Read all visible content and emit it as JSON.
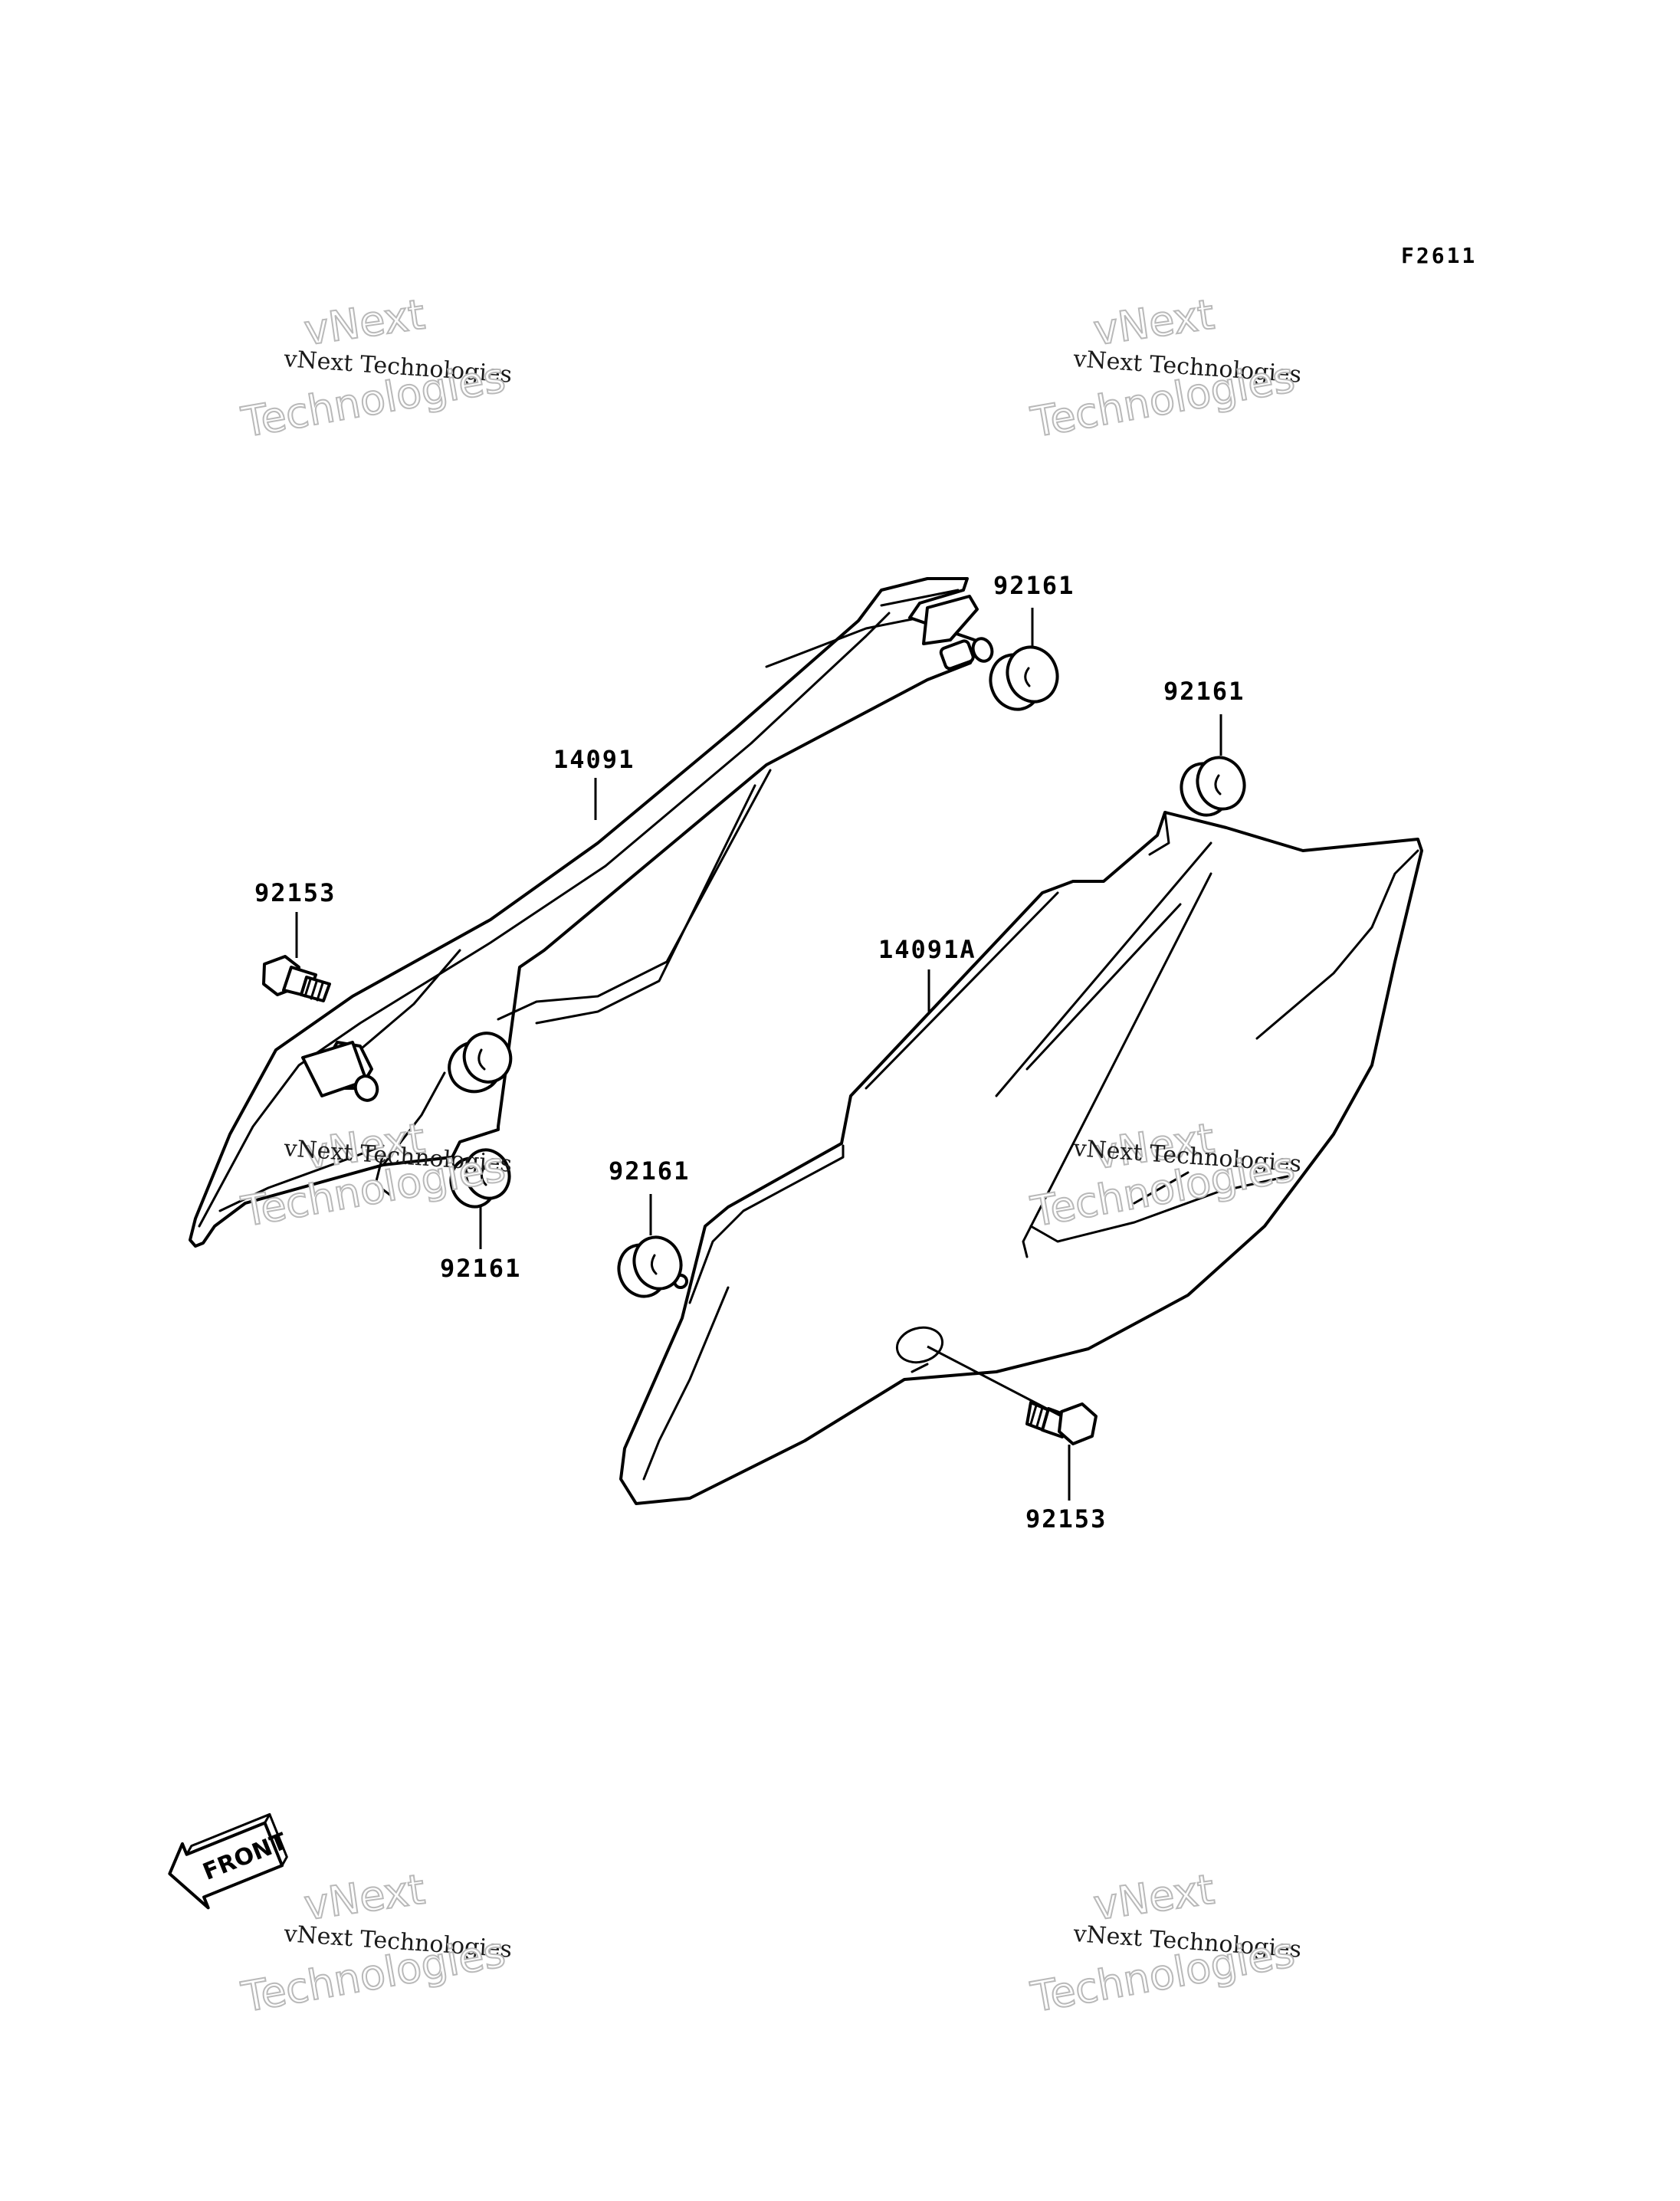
{
  "figure_code": "F2611",
  "watermark": {
    "line1": "vNext",
    "line2": "vNext Technologies",
    "line3": "Technologies"
  },
  "parts": [
    {
      "id": "grommet_top",
      "label": "92161"
    },
    {
      "id": "grommet_right",
      "label": "92161"
    },
    {
      "id": "cover_left",
      "label": "14091"
    },
    {
      "id": "bolt_left",
      "label": "92153"
    },
    {
      "id": "cover_right",
      "label": "14091A"
    },
    {
      "id": "grommet_mid",
      "label": "92161"
    },
    {
      "id": "grommet_lower",
      "label": "92161"
    },
    {
      "id": "bolt_right",
      "label": "92153"
    }
  ],
  "front_arrow": {
    "label": "FRONT"
  },
  "colors": {
    "line": "#000000",
    "background": "#ffffff",
    "watermark_outline": "#b9b9b9"
  }
}
